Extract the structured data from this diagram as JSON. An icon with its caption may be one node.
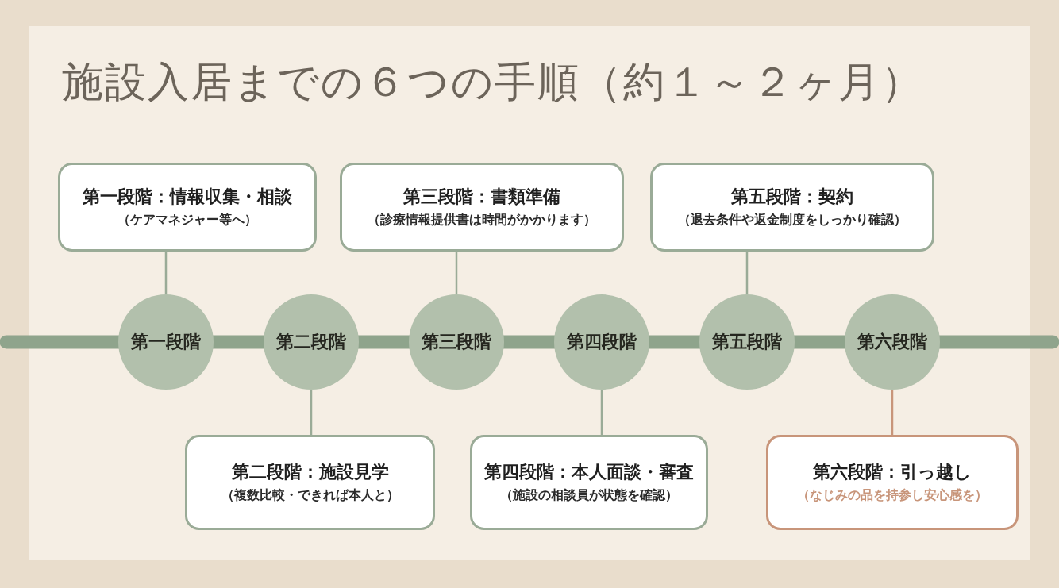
{
  "diagram": {
    "title": "施設入居までの６つの手順（約１～２ヶ月）",
    "nodes": [
      {
        "text": [
          "第一段階：情報収集・相談",
          "（ケアマネジャー等へ）"
        ]
      },
      {
        "text": [
          "第三段階：書類準備",
          "（診療情報提供書は時間がかかります）"
        ]
      },
      {
        "text": [
          "第五段階：契約",
          "（退去条件や返金制度をしっかり確認）"
        ]
      },
      {
        "text": [
          "第一段階"
        ]
      },
      {
        "text": [
          "第二段階"
        ]
      },
      {
        "text": [
          "第三段階"
        ]
      },
      {
        "text": [
          "第四段階"
        ]
      },
      {
        "text": [
          "第五段階"
        ]
      },
      {
        "text": [
          "第六段階"
        ]
      },
      {
        "text": [
          "第二段階：施設見学",
          "（複数比較・できれば本人と）"
        ]
      },
      {
        "text": [
          "第四段階：本人面談・審査",
          "（施設の相談員が状態を確認）"
        ]
      },
      {
        "text": [
          "第六段階：引っ越し",
          "（なじみの品を持参し安心感を）"
        ]
      }
    ],
    "edges": [
      {
        "from": 0,
        "to": 3,
        "arrow": "none"
      },
      {
        "from": 1,
        "to": 5,
        "arrow": "none"
      },
      {
        "from": 2,
        "to": 7,
        "arrow": "none"
      },
      {
        "from": 4,
        "to": 9,
        "arrow": "none"
      },
      {
        "from": 6,
        "to": 10,
        "arrow": "none"
      },
      {
        "from": 8,
        "to": 11,
        "arrow": "none",
        "color": "#c8957a"
      }
    ]
  }
}
